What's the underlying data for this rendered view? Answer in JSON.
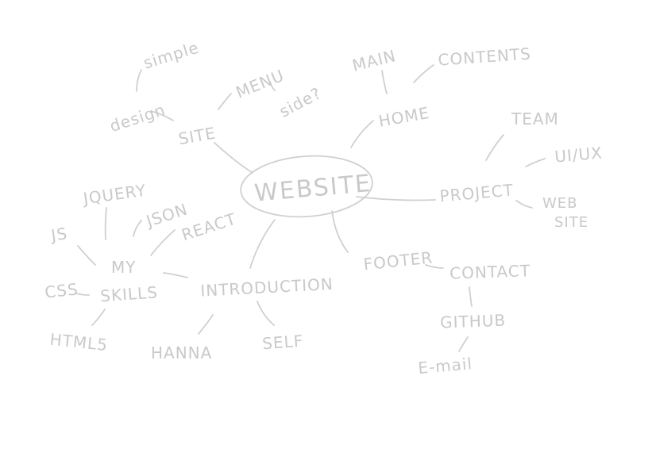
{
  "mindmap": {
    "center": "WEBSITE",
    "nodes": {
      "site": "SITE",
      "design": "design",
      "simple": "simple",
      "menu": "MENU",
      "side": "side?",
      "home": "HOME",
      "main": "MAIN",
      "contents": "CONTENTS",
      "project": "PROJECT",
      "team": "TEAM",
      "uiux": "UI/UX",
      "web": "WEB",
      "web_site": "SITE",
      "footer": "FOOTER",
      "contact": "CONTACT",
      "github": "GITHUB",
      "email": "E-mail",
      "introduction": "INTRODUCTION",
      "hanna": "HANNA",
      "self": "SELF",
      "my": "MY",
      "skills": "SKILLS",
      "js": "JS",
      "jquery": "JQUERY",
      "json": "JSON",
      "react": "REACT",
      "css": "CSS",
      "html5": "HTML5"
    }
  }
}
